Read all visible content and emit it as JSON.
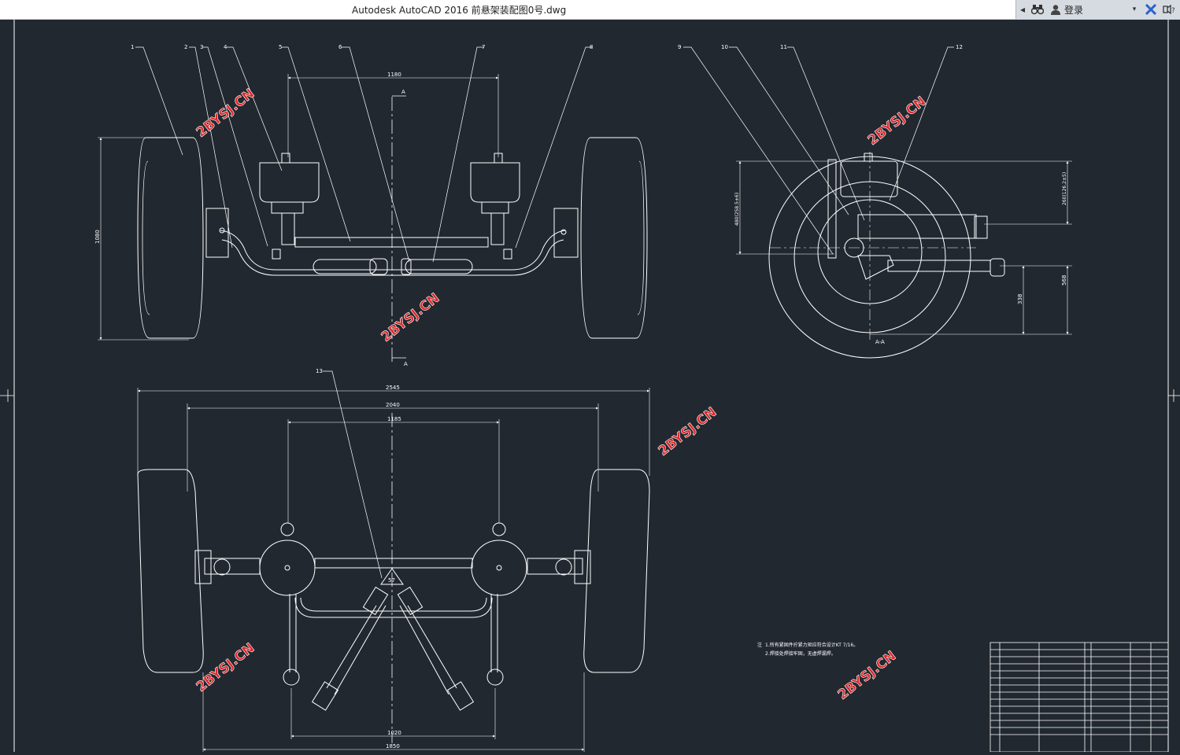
{
  "window": {
    "title": "Autodesk AutoCAD 2016     前悬架装配图0号.dwg",
    "login_label": "登录",
    "colors": {
      "canvas": "#212830",
      "lines": "#ffffff",
      "watermark": "#e0282a"
    }
  },
  "drawing": {
    "balloons": [
      "1",
      "2",
      "3",
      "4",
      "5",
      "6",
      "7",
      "8",
      "9",
      "10",
      "11",
      "12",
      "13"
    ],
    "dimensions": {
      "front_top": "1180",
      "front_height": "1080",
      "plan_overall": "2545",
      "plan_track": "2040",
      "plan_inner": "1185",
      "plan_bottom": "1020",
      "plan_bottom2": "1850",
      "side_left": "480(258.5±6)",
      "side_right_top": "260(126.2±5)",
      "side_right_1": "338",
      "side_right_2": "568",
      "angle": "57"
    },
    "section_labels": {
      "mark_top": "A",
      "mark_bottom": "A",
      "view": "A-A"
    },
    "notes": {
      "prefix": "注",
      "line1": "1.所有紧固件拧紧力矩应符合设计KT 7/16。",
      "line2": "2.焊接处焊接牢固，无虚焊漏焊。"
    },
    "watermark": "2BYSJ.CN"
  }
}
